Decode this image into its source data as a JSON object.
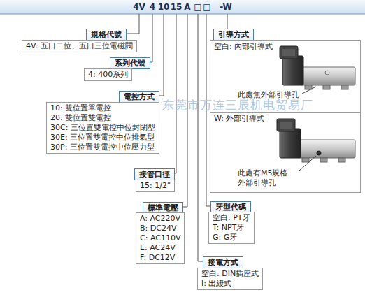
{
  "diagram": {
    "nodes": [
      {
        "text": [
          "規格代號"
        ]
      },
      {
        "text": [
          "4V: 五口二位、五口三位電磁閥"
        ]
      },
      {
        "text": [
          "引導方式"
        ]
      },
      {
        "text": [
          "空白: 內部引導式",
          "此處無外部引導孔"
        ]
      },
      {
        "text": [
          "W: 外部引導式",
          "此處有M5規格 外部引導孔"
        ]
      },
      {
        "text": [
          "系列代號"
        ]
      },
      {
        "text": [
          "4: 400系列"
        ]
      },
      {
        "text": [
          "電控方式"
        ]
      },
      {
        "text": [
          "10: 雙位置單電控",
          "20: 雙位置雙電控",
          "30C: 三位置雙電控中位封閉型",
          "30E: 三位置雙電控中位排氣型",
          "30P: 三位置雙電控中位壓力型"
        ]
      },
      {
        "text": [
          "接管口徑"
        ]
      },
      {
        "text": [
          "15: 1/2\""
        ]
      },
      {
        "text": [
          "標準電壓"
        ]
      },
      {
        "text": [
          "A: AC220V",
          "B: DC24V",
          "C: AC110V",
          "E: AC24V",
          "F: DC12V"
        ]
      },
      {
        "text": [
          "牙型代碼"
        ]
      },
      {
        "text": [
          "空白: PT牙",
          "T: NPT牙",
          "G: G牙"
        ]
      },
      {
        "text": [
          "接電方式"
        ]
      },
      {
        "text": [
          "空白: DIN插座式",
          "I: 出綫式"
        ]
      }
    ],
    "labels": [
      "4V",
      "4",
      "10",
      "15",
      "A",
      "□",
      "□",
      "-W",
      "东莞市万连三辰机电贸易厂"
    ]
  }
}
